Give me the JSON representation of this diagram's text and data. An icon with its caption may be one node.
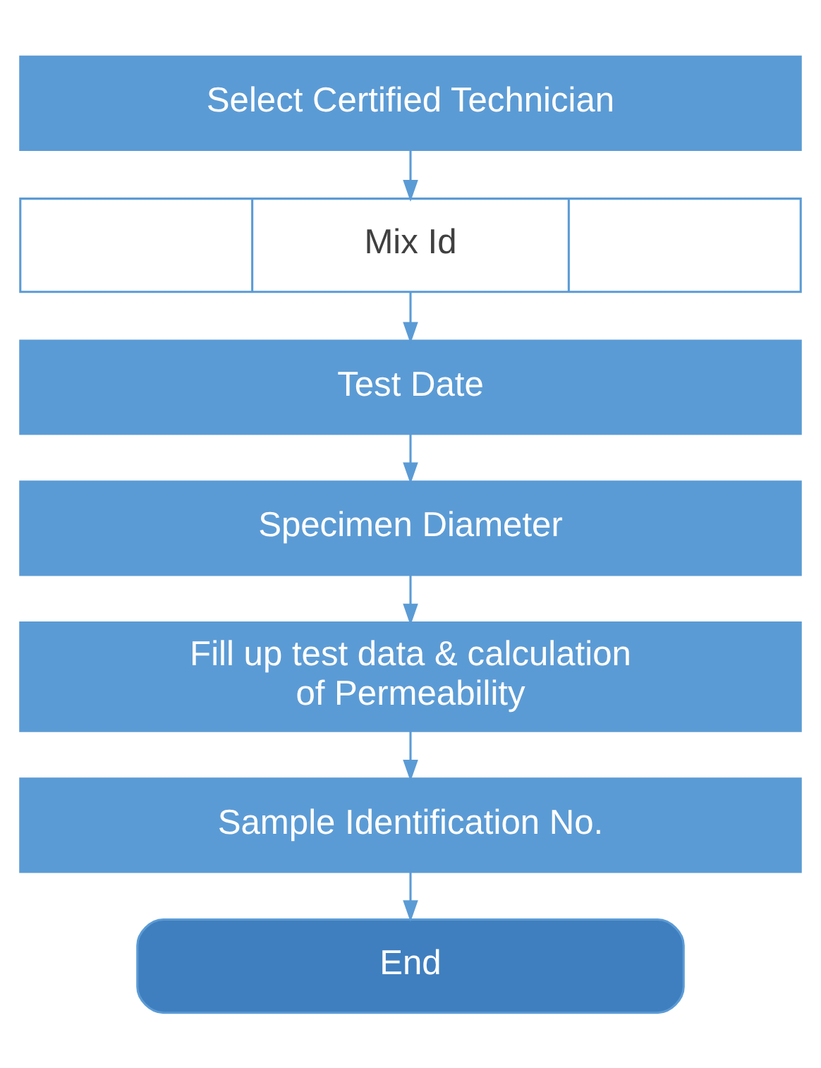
{
  "diagram": {
    "nodes": [
      {
        "text": [
          "Select Certified Technician"
        ]
      },
      {
        "text": [
          "Mix Id"
        ]
      },
      {
        "text": [
          "Test Date"
        ]
      },
      {
        "text": [
          "Specimen Diameter"
        ]
      },
      {
        "text": [
          "Fill up test data & calculation of Permeability"
        ]
      },
      {
        "text": [
          "Sample Identification No."
        ]
      },
      {
        "text": [
          "End"
        ]
      }
    ],
    "edges": [
      {
        "from": 0,
        "to": 1,
        "arrow": "to"
      },
      {
        "from": 1,
        "to": 2,
        "arrow": "to"
      },
      {
        "from": 2,
        "to": 3,
        "arrow": "to"
      },
      {
        "from": 3,
        "to": 4,
        "arrow": "to"
      },
      {
        "from": 4,
        "to": 5,
        "arrow": "to"
      },
      {
        "from": 5,
        "to": 6,
        "arrow": "to"
      }
    ]
  }
}
